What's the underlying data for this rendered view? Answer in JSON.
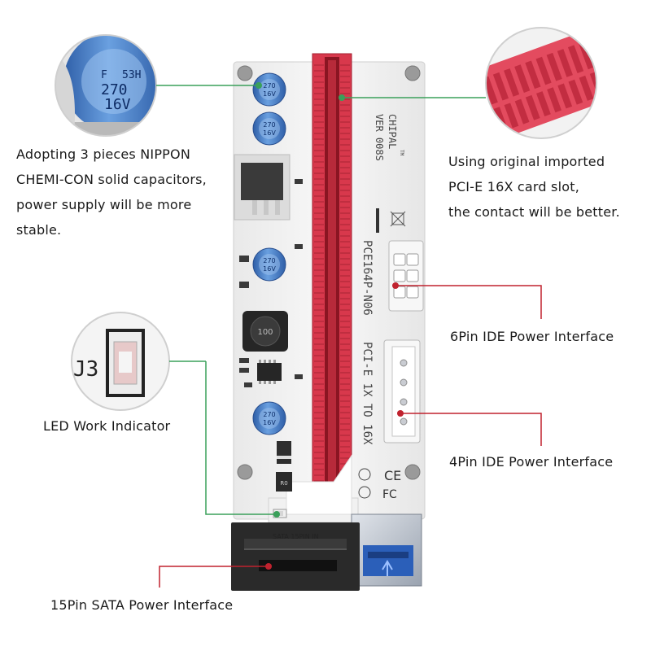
{
  "callouts": {
    "capacitors": {
      "lines": [
        "Adopting 3 pieces NIPPON",
        "CHEMI-CON solid capacitors,",
        "power supply will be more",
        "stable."
      ],
      "zoom_marking": [
        "53H",
        "F",
        "270",
        "16V"
      ]
    },
    "card_slot": {
      "lines": [
        "Using original imported",
        "PCI-E 16X card slot,",
        "the contact will be better."
      ]
    },
    "led": {
      "label": "LED Work Indicator",
      "zoom_marking": "J3"
    },
    "six_pin": {
      "label": "6Pin IDE Power Interface"
    },
    "four_pin": {
      "label": "4Pin IDE Power Interface"
    },
    "sata": {
      "label": "15Pin SATA Power Interface"
    }
  },
  "board": {
    "brand": "CHIPAL",
    "tm": "TM",
    "version": "VER 008S",
    "model": "PCE164P-N06",
    "subtitle": "PCI-E 1X TO 16X",
    "sata_label": "SATA 15PIN IN",
    "cap_marking": [
      "270",
      "16V"
    ],
    "inductor_marking": "100",
    "resistor_marking": "R0",
    "ce_mark": "CE",
    "fc_mark": "FC"
  },
  "colors": {
    "slot_red": "#d8384c",
    "leader_green": "#3aa05a",
    "leader_red": "#c0222e",
    "capacitor_blue": "#3f78c8",
    "board_white": "#f3f3f3"
  }
}
